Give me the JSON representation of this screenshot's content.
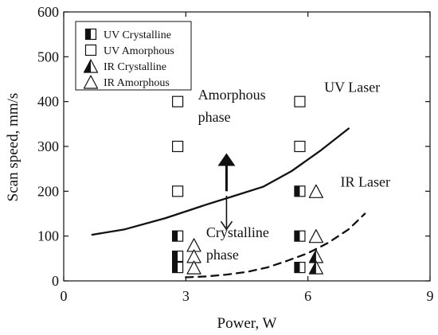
{
  "chart_data": {
    "type": "scatter",
    "xlabel": "Power, W",
    "ylabel": "Scan speed, mm/s",
    "xlim": [
      0,
      9
    ],
    "ylim": [
      0,
      600
    ],
    "xticks": [
      0,
      3,
      6,
      9
    ],
    "yticks": [
      0,
      100,
      200,
      300,
      400,
      500,
      600
    ],
    "grid": false,
    "legend_position": "top-left",
    "series": [
      {
        "name": "UV Crystalline",
        "marker": "half-filled-square",
        "x": [
          2.8,
          2.8,
          2.8,
          5.8,
          5.8,
          5.8
        ],
        "y": [
          100,
          55,
          30,
          200,
          100,
          30
        ]
      },
      {
        "name": "UV Amorphous",
        "marker": "open-square",
        "x": [
          2.8,
          2.8,
          2.8,
          5.8,
          5.8
        ],
        "y": [
          400,
          300,
          200,
          400,
          300
        ]
      },
      {
        "name": "IR Crystalline",
        "marker": "half-filled-triangle",
        "x": [
          6.2,
          6.2
        ],
        "y": [
          55,
          30
        ]
      },
      {
        "name": "IR Amorphous",
        "marker": "open-triangle",
        "x": [
          3.2,
          3.2,
          3.2,
          6.2,
          6.2
        ],
        "y": [
          80,
          55,
          30,
          200,
          100
        ]
      }
    ],
    "lines": [
      {
        "label": "UV Laser",
        "style": "solid",
        "x": [
          0.7,
          1.5,
          2.5,
          3.5,
          4.2,
          4.9,
          5.6,
          6.3,
          7.0
        ],
        "y": [
          103,
          115,
          140,
          170,
          190,
          210,
          245,
          290,
          340
        ]
      },
      {
        "label": "IR Laser",
        "style": "dashed",
        "x": [
          3.0,
          3.5,
          4.0,
          4.5,
          5.0,
          5.5,
          6.0,
          6.5,
          7.0,
          7.4
        ],
        "y": [
          8,
          10,
          14,
          20,
          30,
          45,
          62,
          85,
          115,
          150
        ]
      }
    ],
    "annotations": [
      {
        "text": "Amorphous",
        "x": 3.3,
        "y": 405
      },
      {
        "text": "phase",
        "x": 3.3,
        "y": 355
      },
      {
        "text": "Crystalline",
        "x": 3.5,
        "y": 98
      },
      {
        "text": "phase",
        "x": 3.5,
        "y": 48
      },
      {
        "text": "UV Laser",
        "x": 6.4,
        "y": 422
      },
      {
        "text": "IR Laser",
        "x": 6.8,
        "y": 210
      }
    ],
    "arrows": [
      {
        "direction": "up",
        "x": 4.0,
        "y_from": 200,
        "y_to": 285
      },
      {
        "direction": "down",
        "x": 4.0,
        "y_from": 190,
        "y_to": 115
      }
    ]
  }
}
